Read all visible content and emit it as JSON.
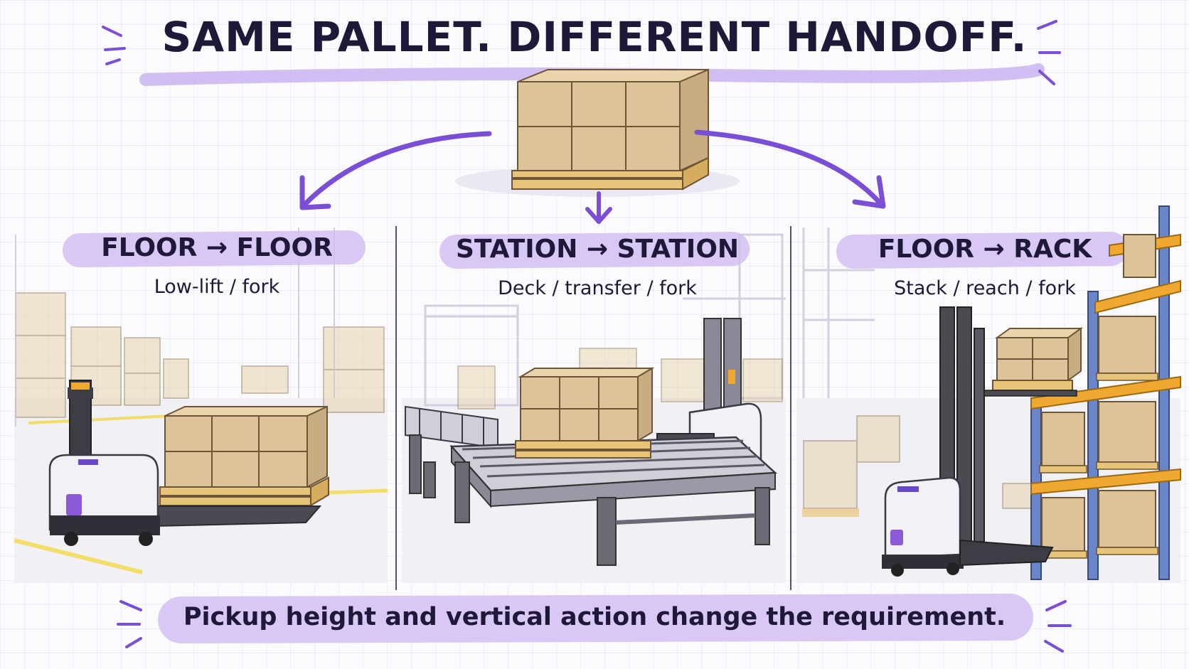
{
  "title": "SAME PALLET. DIFFERENT HANDOFF.",
  "colors": {
    "accent": "#7a4fd6",
    "highlight": "#d9c8f5",
    "box": "#dcc39a",
    "pallet": "#e8c37a",
    "robot": "#f2f1f6",
    "rack": "#f0a830",
    "ink": "#1f1838"
  },
  "panels": [
    {
      "label": "FLOOR → FLOOR",
      "sub": "Low-lift / fork"
    },
    {
      "label": "STATION → STATION",
      "sub": "Deck / transfer / fork"
    },
    {
      "label": "FLOOR → RACK",
      "sub": "Stack / reach / fork"
    }
  ],
  "footer": "Pickup height and vertical action change the requirement."
}
